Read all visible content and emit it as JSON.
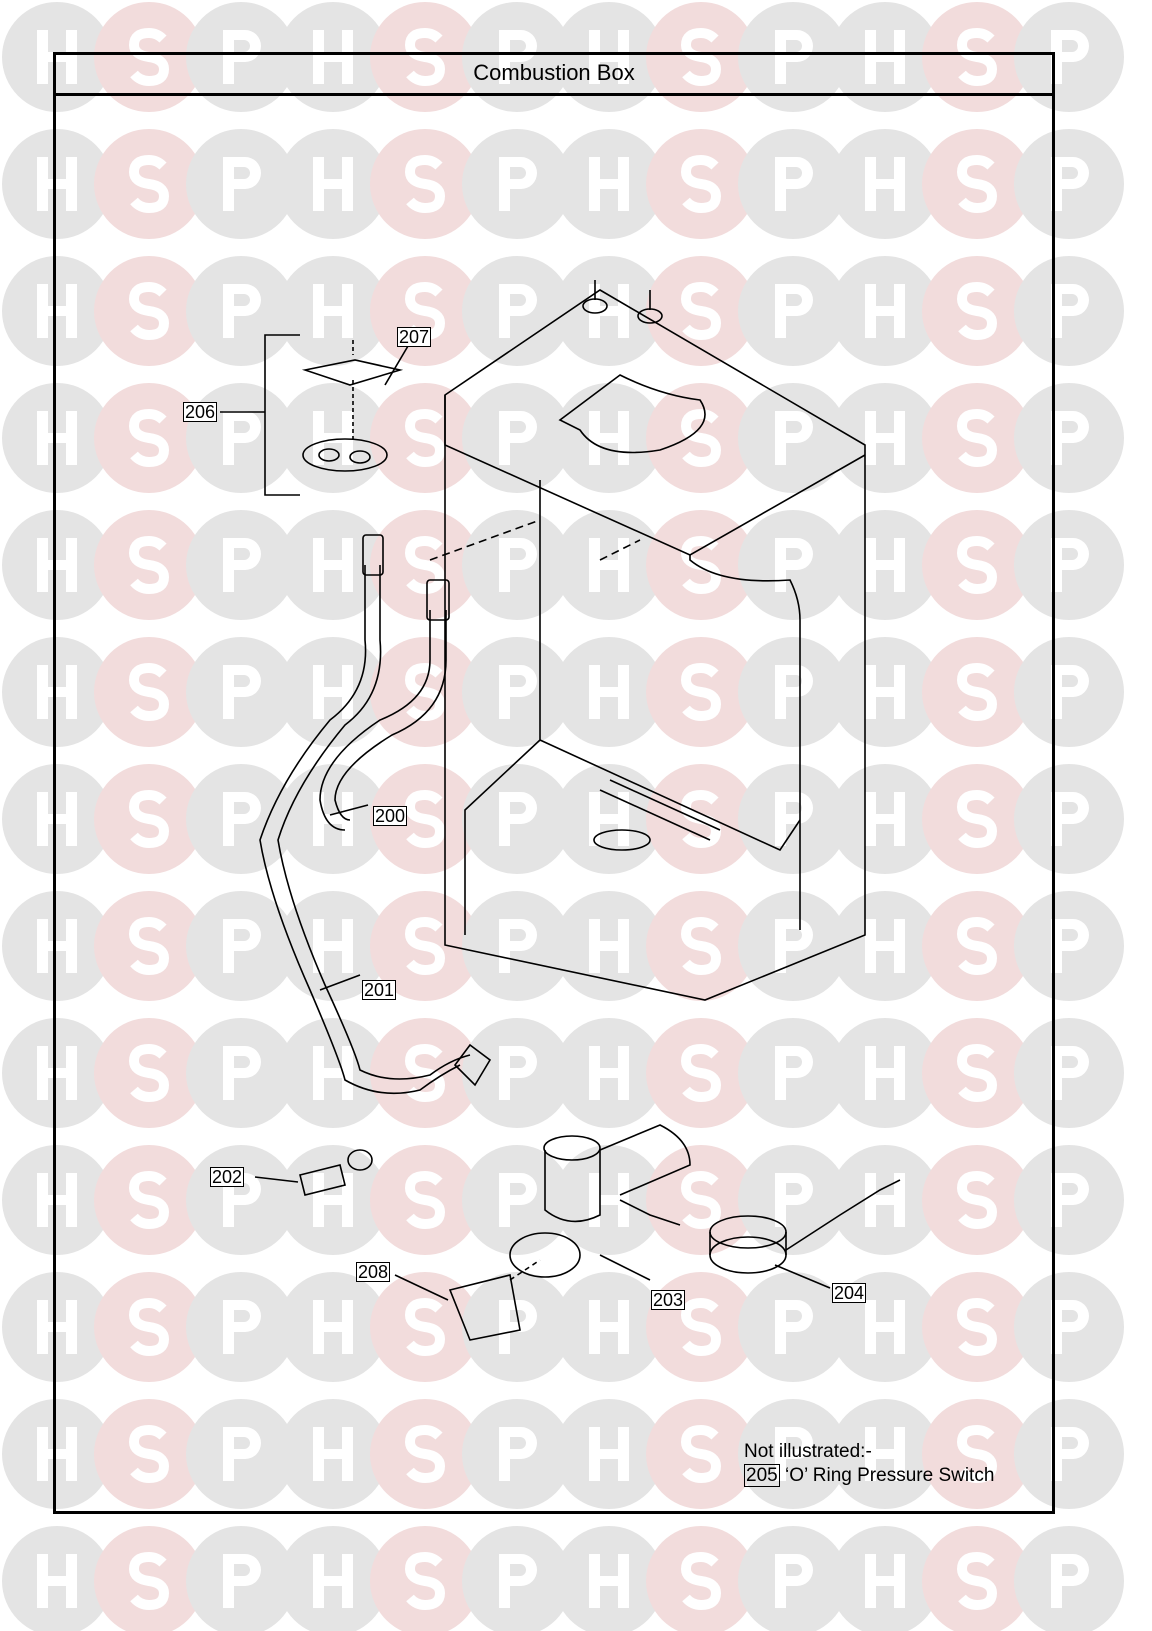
{
  "title": "Combustion Box",
  "watermark": {
    "letters": [
      "H",
      "S",
      "P"
    ],
    "colors": {
      "H": "#e4e4e4",
      "S": "#f2dcdc",
      "P": "#e4e4e4"
    }
  },
  "parts": [
    {
      "number": "200"
    },
    {
      "number": "201"
    },
    {
      "number": "202"
    },
    {
      "number": "203"
    },
    {
      "number": "204"
    },
    {
      "number": "206"
    },
    {
      "number": "207"
    },
    {
      "number": "208"
    }
  ],
  "note": {
    "heading": "Not illustrated:-",
    "number": "205",
    "description": "‘O’ Ring Pressure Switch"
  }
}
